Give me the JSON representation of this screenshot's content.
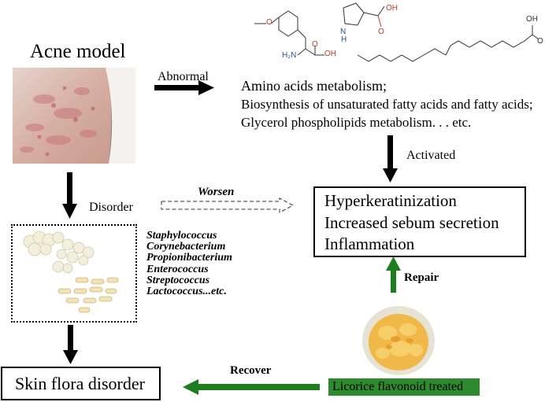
{
  "acne_model": {
    "title": "Acne model"
  },
  "arrows": {
    "abnormal": "Abnormal",
    "activated": "Activated",
    "disorder": "Disorder",
    "worsen": "Worsen",
    "repair": "Repair",
    "recover": "Recover"
  },
  "metabolism": {
    "lines": [
      "Amino acids metabolism;",
      "Biosynthesis of unsaturated fatty acids and fatty acids;",
      "Glycerol phospholipids metabolism. . . etc."
    ],
    "molecule_labels": {
      "methoxy": "O",
      "amine": "H₂N",
      "acid_oh": "OH",
      "acid_o": "O",
      "pro_nh": "N",
      "pro_h": "H",
      "pro_o": "O",
      "pro_oh": "OH",
      "fa_oh": "OH",
      "fa_o": "O"
    }
  },
  "symptoms": {
    "items": [
      "Hyperkeratinization",
      "Increased sebum secretion",
      "Inflammation"
    ]
  },
  "bacteria": {
    "names": [
      "Staphylococcus",
      "Corynebacterium",
      "Propionibacterium",
      "Enterococcus",
      "Streptococcus",
      "Lactococcus...etc."
    ]
  },
  "outcome": {
    "label": "Skin flora disorder"
  },
  "treatment": {
    "label": "Licorice flavonoid treated"
  },
  "colors": {
    "green": "#1e7d1e",
    "treatment_bg": "#2d8a2d",
    "skin": "#d9b8ac",
    "cream": "#f2ecd6",
    "orange": "#f2a81d"
  }
}
